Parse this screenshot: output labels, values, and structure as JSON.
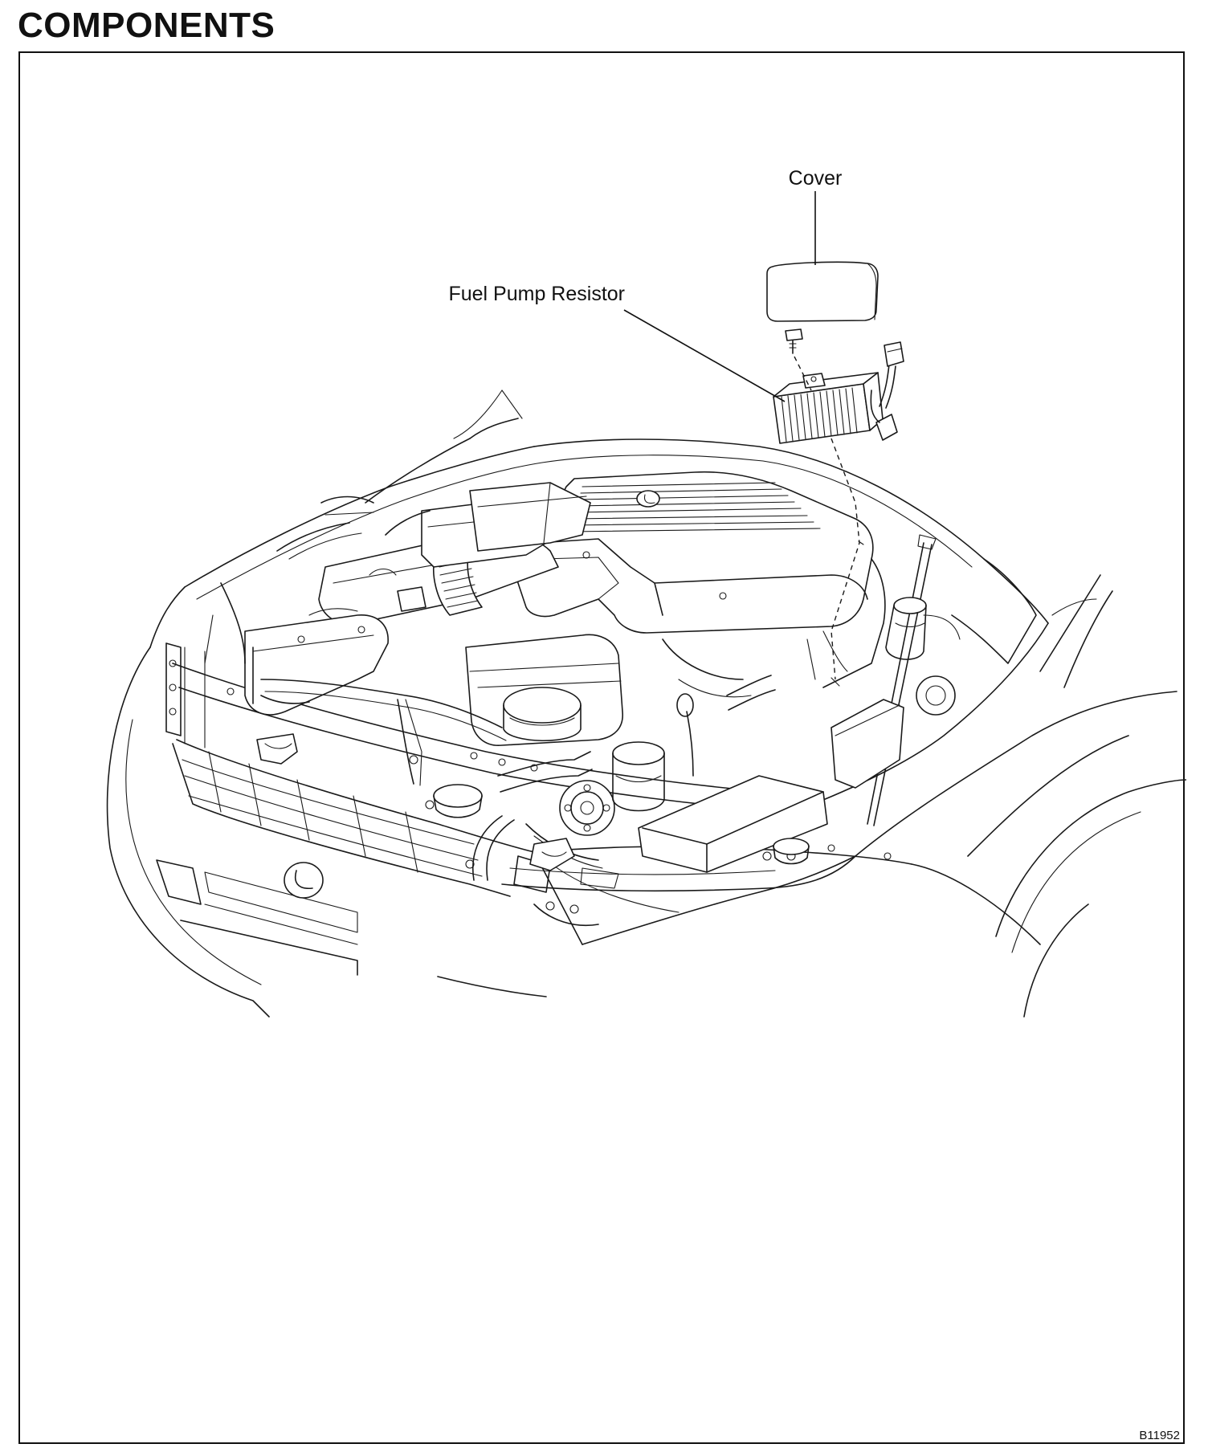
{
  "page": {
    "heading": "COMPONENTS"
  },
  "figure": {
    "code": "B11952",
    "labels": {
      "cover": "Cover",
      "fuel_pump_resistor": "Fuel Pump Resistor"
    },
    "line_color": "#1a1a1a",
    "background": "#ffffff"
  }
}
